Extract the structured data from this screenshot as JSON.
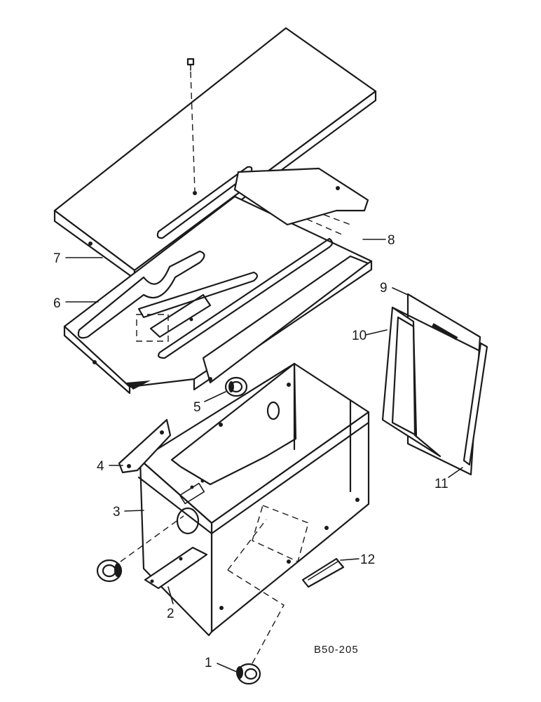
{
  "callouts": [
    {
      "id": "1",
      "text": "1"
    },
    {
      "id": "2",
      "text": "2"
    },
    {
      "id": "3",
      "text": "3"
    },
    {
      "id": "4",
      "text": "4"
    },
    {
      "id": "5",
      "text": "5"
    },
    {
      "id": "6",
      "text": "6"
    },
    {
      "id": "7",
      "text": "7"
    },
    {
      "id": "8",
      "text": "8"
    },
    {
      "id": "9",
      "text": "9"
    },
    {
      "id": "10",
      "text": "10"
    },
    {
      "id": "11",
      "text": "11"
    },
    {
      "id": "12",
      "text": "12"
    }
  ],
  "reference_code": "B50-205"
}
